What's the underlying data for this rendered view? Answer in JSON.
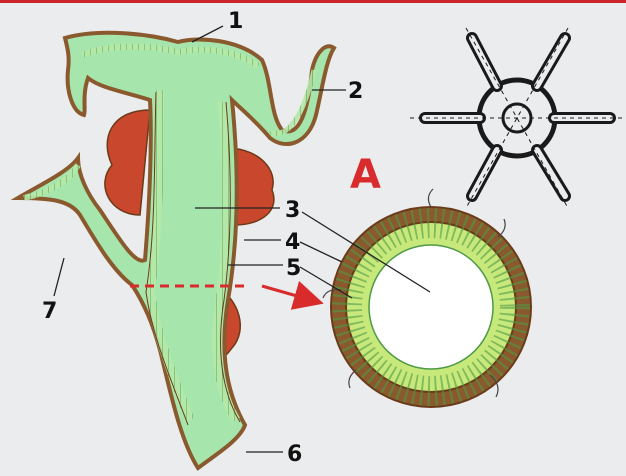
{
  "figure": {
    "panel_letter": "A",
    "labels": [
      "1",
      "2",
      "3",
      "4",
      "5",
      "6",
      "7"
    ]
  },
  "colors": {
    "background": "#ebecee",
    "top_rule": "#c9252b",
    "endoderm": "#a6e6ad",
    "inner_layer": "#c7e87a",
    "ectoderm_border": "#8a5a2e",
    "mesoglea_line": "#6b3a18",
    "gonads": "#c9472c",
    "section_line": "#d92b2b",
    "arrow": "#d92b2b",
    "letter": "#d92b2b",
    "schematic_stroke": "#1a1a1a"
  }
}
